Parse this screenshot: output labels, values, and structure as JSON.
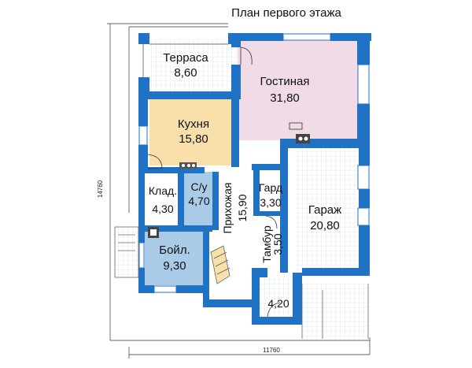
{
  "title": "План первого этажа",
  "dimensions": {
    "width": "11760",
    "height": "14760"
  },
  "rooms": {
    "terrace": {
      "name": "Терраса",
      "area": "8,60"
    },
    "living": {
      "name": "Гостиная",
      "area": "31,80"
    },
    "kitchen": {
      "name": "Кухня",
      "area": "15,80"
    },
    "pantry": {
      "name": "Клад.",
      "area": "4,30"
    },
    "bathroom": {
      "name": "С/у",
      "area": "4,70"
    },
    "hall": {
      "name": "Прихожая",
      "area": "15,90"
    },
    "wardrobe": {
      "name": "Гард",
      "area": "3,30"
    },
    "vestibule": {
      "name": "Тамбур",
      "area": "3,50"
    },
    "garage": {
      "name": "Гараж",
      "area": "20,80"
    },
    "boiler": {
      "name": "Бойл.",
      "area": "9,30"
    },
    "porch": {
      "area": "4,20"
    }
  },
  "colors": {
    "wall": "#1f72c4",
    "living_fill": "#f0dbe7",
    "kitchen_fill": "#f9dfaa",
    "wet_fill": "#aacbe8",
    "grid": "#cfd8e0"
  }
}
